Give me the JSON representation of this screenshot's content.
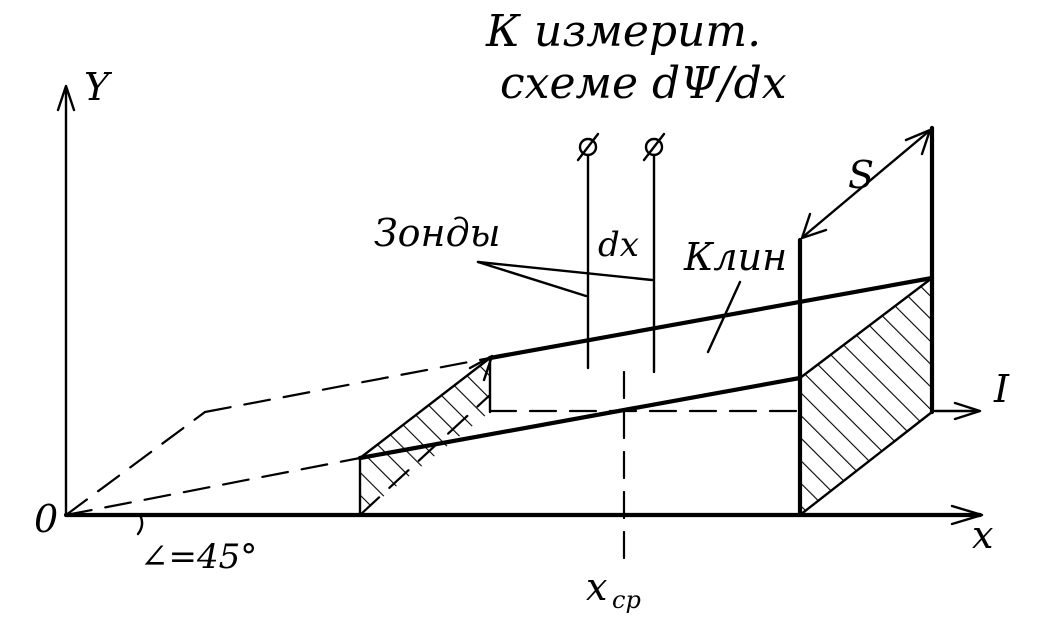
{
  "title": {
    "line1": "К измерит.",
    "line2": "схеме dΨ/dx"
  },
  "labels": {
    "y_axis": "Y",
    "x_axis": "x",
    "origin": "0",
    "beam": "I",
    "probes": "Зонды",
    "wedge": "Клин",
    "gap": "dx",
    "thickness": "S",
    "angle": "∠=45°",
    "xcp_main": "x",
    "xcp_sub": "ср"
  },
  "colors": {
    "ink": "#000000",
    "paper": "#ffffff"
  }
}
